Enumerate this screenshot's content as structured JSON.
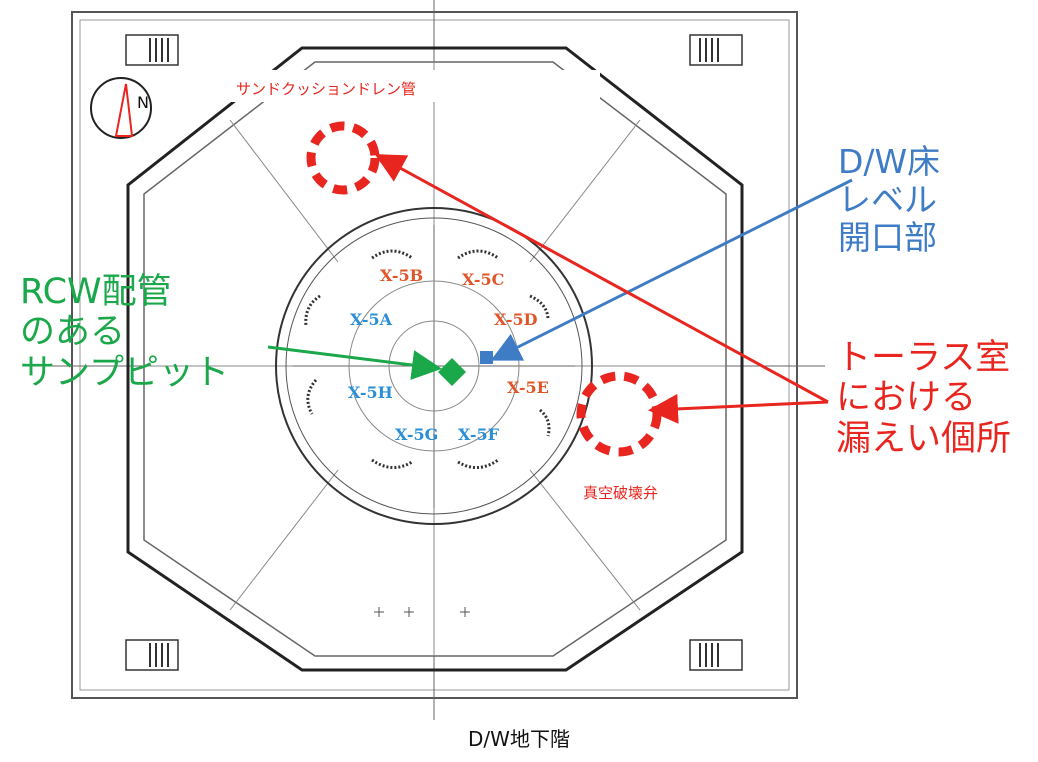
{
  "compass": {
    "label": "N"
  },
  "penetrations": [
    {
      "label": "X-5B",
      "tone": "orange"
    },
    {
      "label": "X-5C",
      "tone": "orange"
    },
    {
      "label": "X-5A",
      "tone": "blue"
    },
    {
      "label": "X-5D",
      "tone": "orange"
    },
    {
      "label": "X-5H",
      "tone": "blue"
    },
    {
      "label": "X-5E",
      "tone": "orange"
    },
    {
      "label": "X-5G",
      "tone": "blue"
    },
    {
      "label": "X-5F",
      "tone": "blue"
    }
  ],
  "callouts": {
    "rcw": {
      "lines": [
        "RCW配管",
        "のある",
        "サンプピット"
      ],
      "color": "#1aa84a"
    },
    "dw_floor": {
      "lines": [
        "D/W床",
        "レベル",
        "開口部"
      ],
      "color": "#3f7cc6"
    },
    "torus": {
      "lines": [
        "トーラス室",
        "における",
        "漏えい個所"
      ],
      "color": "#e8261f"
    }
  },
  "labels": {
    "sand_cushion": "サンドクッションドレン管",
    "vacuum_breaker": "真空破壊弁",
    "caption": "D/W地下階"
  },
  "colors": {
    "red": "#e8261f",
    "green": "#1aa84a",
    "blue": "#3f7cc6"
  }
}
